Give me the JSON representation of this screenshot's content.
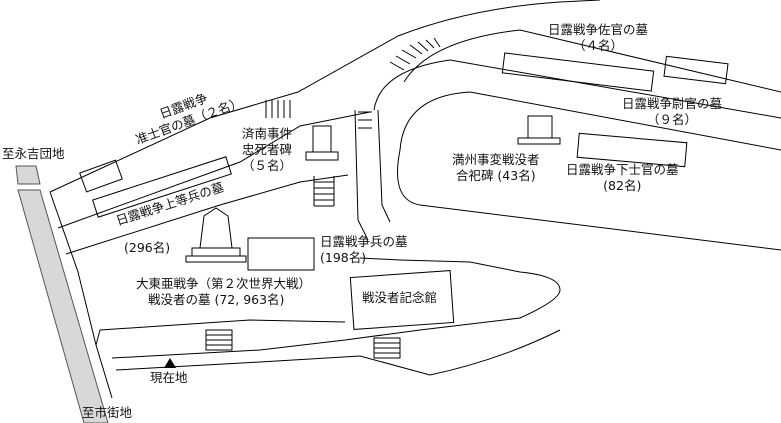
{
  "map": {
    "directions": {
      "to_nagayoshi_danchi": "至永吉団地",
      "to_city_streets": "至市街地"
    },
    "graves": {
      "russo_japanese_staff_officers": {
        "name": "日露戦争佐官の墓",
        "count": "（４名）"
      },
      "russo_japanese_company_officers": {
        "name": "日露戦争尉官の墓",
        "count": "（９名）"
      },
      "russo_japanese_nco": {
        "name": "日露戦争下士官の墓",
        "count": "(82名)"
      },
      "russo_japanese_warrant_officers": {
        "name1": "日露戦争",
        "name2": "准士官の墓（２名）"
      },
      "russo_japanese_superior_privates": {
        "name": "日露戦争上等兵の墓",
        "count": "(296名)"
      },
      "russo_japanese_soldiers": {
        "name": "日露戦争兵の墓",
        "count": "(198名)"
      },
      "greater_east_asia_war": {
        "line1": "大東亜戦争（第２次世界大戦）",
        "line2": "戦没者の墓 (72, 963名)"
      }
    },
    "monuments": {
      "jinan_incident": {
        "line1": "済南事件",
        "line2": "忠死者碑",
        "line3": "（５名）"
      },
      "manchuria_incident": {
        "line1": "満州事変戦没者",
        "line2": "合祀碑 (43名)"
      }
    },
    "buildings": {
      "memorial_hall": "戦没者記念館"
    },
    "current_location": "現在地"
  }
}
